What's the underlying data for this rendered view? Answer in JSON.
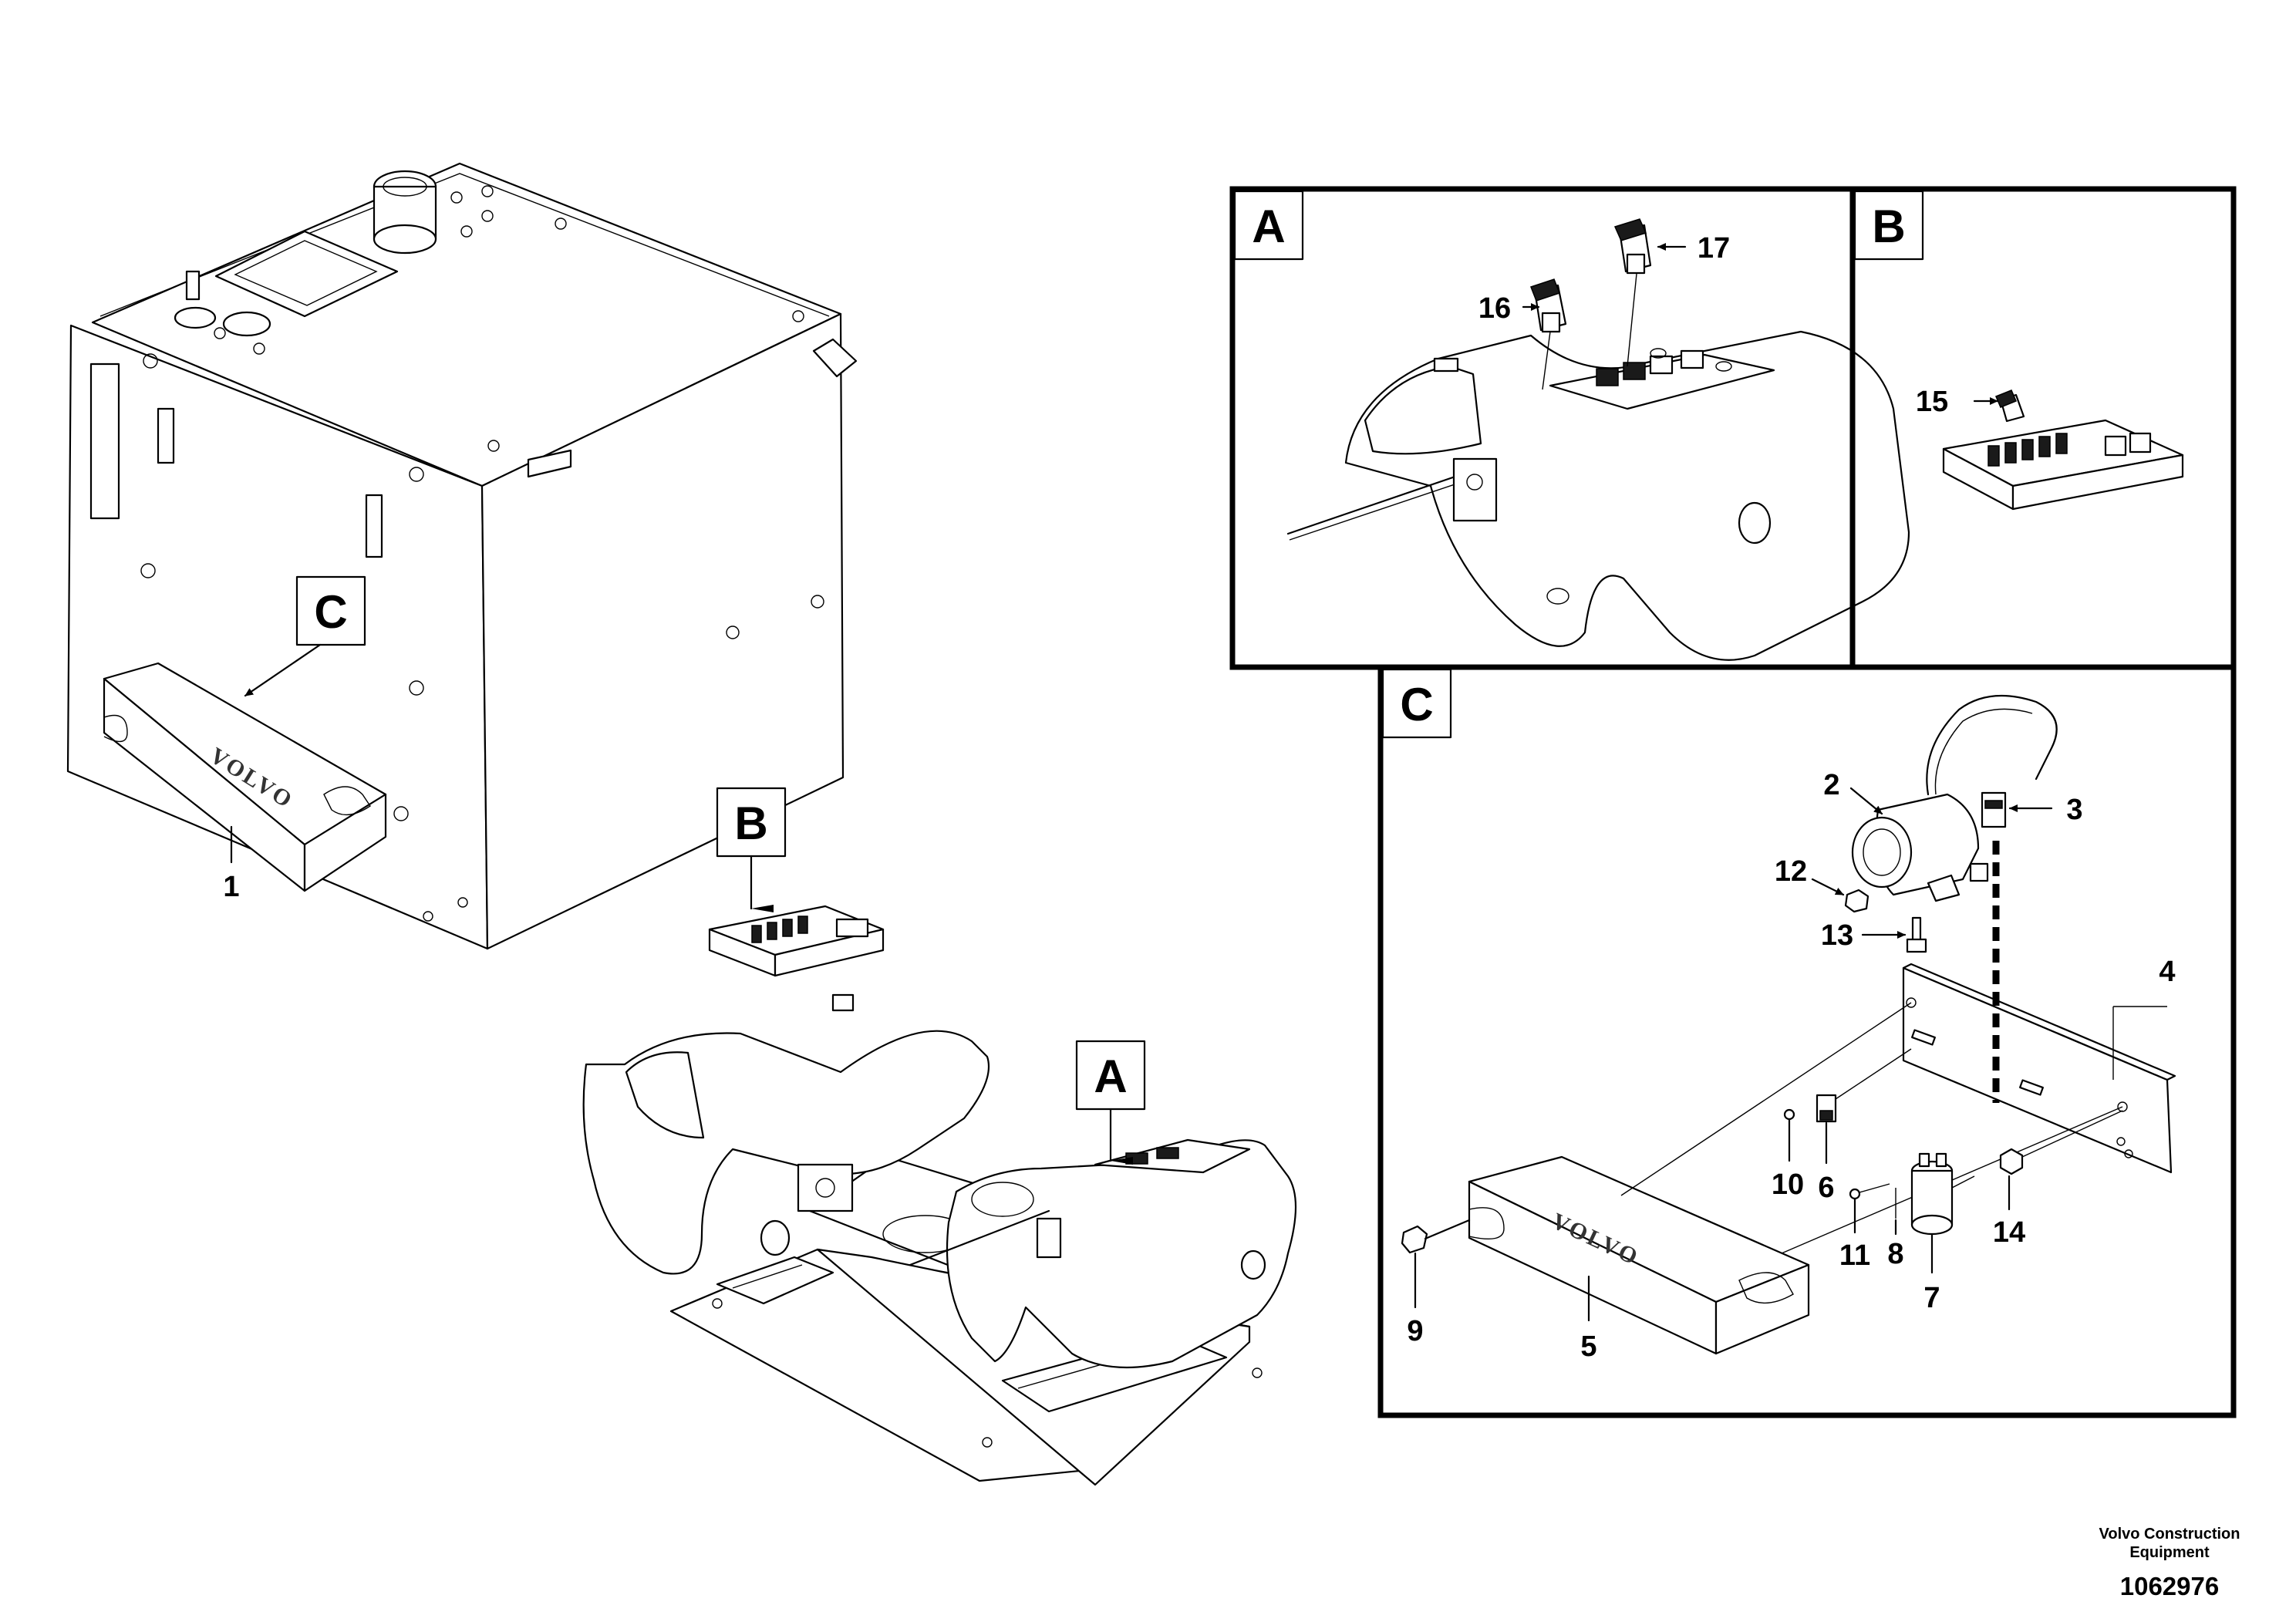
{
  "callouts": {
    "A": "A",
    "B": "B",
    "C": "C"
  },
  "parts": {
    "p1": "1",
    "p2": "2",
    "p3": "3",
    "p4": "4",
    "p5": "5",
    "p6": "6",
    "p7": "7",
    "p8": "8",
    "p9": "9",
    "p10": "10",
    "p11": "11",
    "p12": "12",
    "p13": "13",
    "p14": "14",
    "p15": "15",
    "p16": "16",
    "p17": "17"
  },
  "brand_marking": "VOLVO",
  "footer": {
    "company_line1": "Volvo Construction",
    "company_line2": "Equipment",
    "document_number": "1062976"
  }
}
